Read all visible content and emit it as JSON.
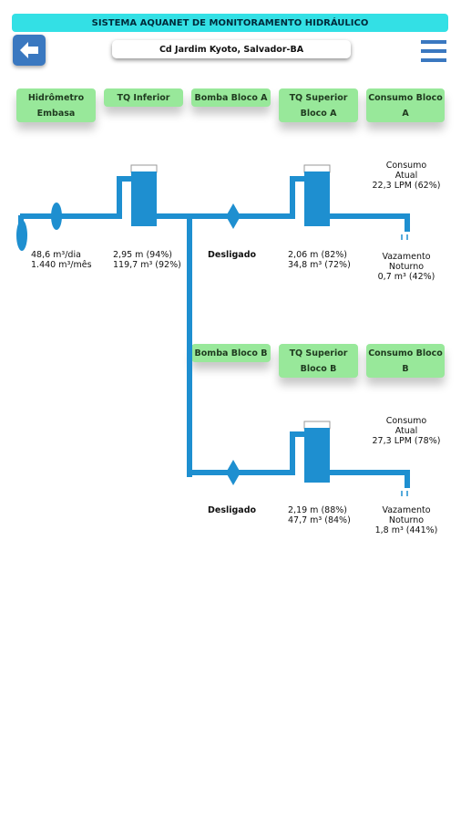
{
  "header": {
    "title": "SISTEMA AQUANET DE MONITORAMENTO HIDRÁULICO",
    "location": "Cd Jardim Kyoto, Salvador-BA"
  },
  "icons": {
    "back": "arrow-left-icon",
    "menu": "hamburger-menu-icon"
  },
  "colors": {
    "title_bar": "#33e0e5",
    "back_button": "#3a78c0",
    "menu": "#3a78c0",
    "pipe": "#1e8fd0",
    "tank": "#1e8fd0",
    "label_button": "#98e89a"
  },
  "row_a": {
    "buttons": [
      {
        "line1": "Hidrômetro",
        "line2": "Embasa"
      },
      {
        "line1": "TQ Inferior",
        "line2": ""
      },
      {
        "line1": "Bomba Bloco A",
        "line2": ""
      },
      {
        "line1": "TQ Superior",
        "line2": "Bloco A"
      },
      {
        "line1": "Consumo Bloco",
        "line2": "A"
      }
    ],
    "meter": {
      "day": "48,6 m³/dia",
      "month": "1.440 m³/mês"
    },
    "lower_tank": {
      "level": "2,95 m (94%)",
      "volume": "119,7 m³ (92%)"
    },
    "pump": {
      "status": "Desligado"
    },
    "upper_tank": {
      "level": "2,06 m (82%)",
      "volume": "34,8 m³ (72%)"
    },
    "consumption": {
      "line1": "Consumo",
      "line2": "Atual",
      "value": "22,3 LPM (62%)"
    },
    "leak": {
      "line1": "Vazamento",
      "line2": "Noturno",
      "value": "0,7 m³ (42%)"
    }
  },
  "row_b": {
    "buttons": [
      {
        "line1": "Bomba Bloco B",
        "line2": ""
      },
      {
        "line1": "TQ Superior",
        "line2": "Bloco B"
      },
      {
        "line1": "Consumo Bloco",
        "line2": "B"
      }
    ],
    "pump": {
      "status": "Desligado"
    },
    "upper_tank": {
      "level": "2,19 m (88%)",
      "volume": "47,7 m³ (84%)"
    },
    "consumption": {
      "line1": "Consumo",
      "line2": "Atual",
      "value": "27,3 LPM (78%)"
    },
    "leak": {
      "line1": "Vazamento",
      "line2": "Noturno",
      "value": "1,8 m³ (441%)"
    }
  }
}
